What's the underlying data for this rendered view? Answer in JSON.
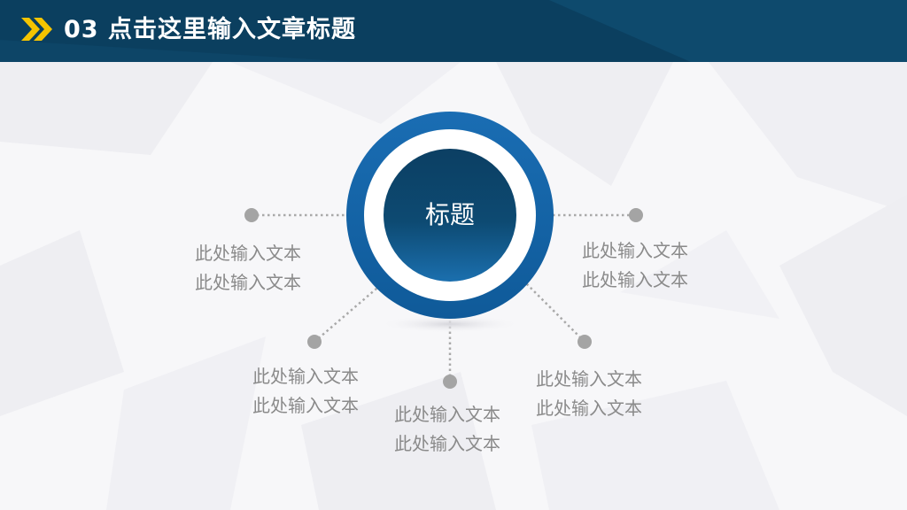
{
  "header": {
    "title": "03 点击这里输入文章标题",
    "accent_color": "#f5c400",
    "bar_color": "#0b3f5f"
  },
  "center": {
    "label": "标题",
    "ring_color": "#1565a8",
    "core_color": "#0d4468"
  },
  "items": [
    {
      "line1": "此处输入文本",
      "line2": "此处输入文本"
    },
    {
      "line1": "此处输入文本",
      "line2": "此处输入文本"
    },
    {
      "line1": "此处输入文本",
      "line2": "此处输入文本"
    },
    {
      "line1": "此处输入文本",
      "line2": "此处输入文本"
    },
    {
      "line1": "此处输入文本",
      "line2": "此处输入文本"
    }
  ]
}
